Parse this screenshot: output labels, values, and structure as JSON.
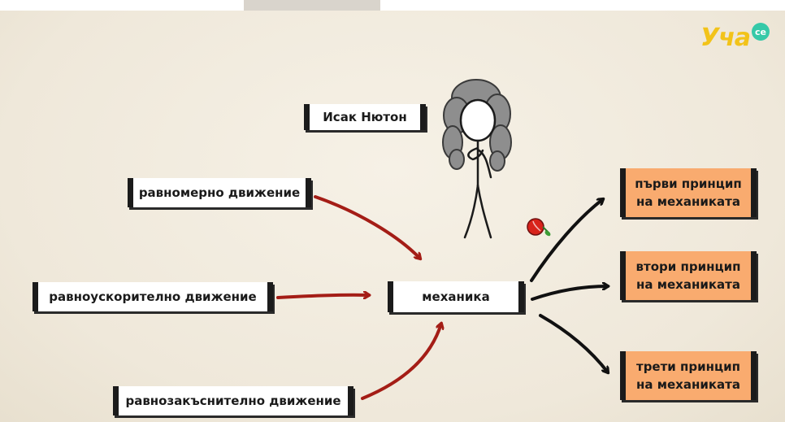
{
  "logo": {
    "text": "Уча",
    "badge": "се"
  },
  "colors": {
    "left_arrows": "#a41d16",
    "right_arrows": "#111111",
    "orange_box": "#f9ab6f",
    "logo_yellow": "#f2c31a",
    "logo_teal": "#35c9a8"
  },
  "diagram": {
    "person_label": "Исак Нютон",
    "inputs": [
      {
        "label": "равномерно движение"
      },
      {
        "label": "равноускорително движение"
      },
      {
        "label": "равнозакъснително движение"
      }
    ],
    "center": "механика",
    "outputs": [
      {
        "line1": "първи принцип",
        "line2": "на механиката"
      },
      {
        "line1": "втори принцип",
        "line2": "на механиката"
      },
      {
        "line1": "трети принцип",
        "line2": "на механиката"
      }
    ],
    "figure_icon": "newton-figure",
    "apple_icon": "apple-icon"
  }
}
